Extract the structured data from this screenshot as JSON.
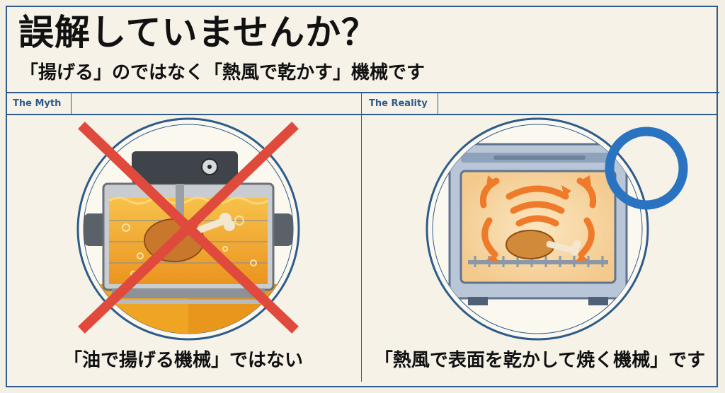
{
  "header": {
    "title": "誤解していませんか？",
    "subtitle": "「揚げる」のではなく「熱風で乾かす」機械です"
  },
  "panels": {
    "myth": {
      "label": "The Myth",
      "caption": "「油で揚げる機械」ではない",
      "marker": "red-x-mark"
    },
    "reality": {
      "label": "The Reality",
      "caption": "「熱風で表面を乾かして焼く機械」です",
      "marker": "blue-circle-mark"
    }
  },
  "colors": {
    "frame": "#2e5c8a",
    "x_mark": "#e04a3c",
    "circle_mark": "#2a73c0",
    "oil": "#f2a826",
    "hot_air": "#ee7a2a"
  }
}
